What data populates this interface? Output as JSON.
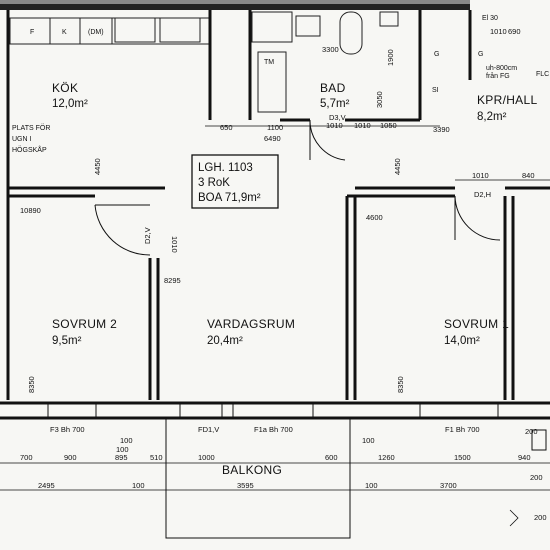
{
  "rooms": {
    "kok": {
      "name": "KÖK",
      "area": "12,0m²"
    },
    "bad": {
      "name": "BAD",
      "area": "5,7m²"
    },
    "kpr_hall": {
      "name": "KPR/HALL",
      "area": "8,2m²"
    },
    "sovrum2": {
      "name": "SOVRUM 2",
      "area": "9,5m²"
    },
    "vardagsrum": {
      "name": "VARDAGSRUM",
      "area": "20,4m²"
    },
    "sovrum1": {
      "name": "SOVRUM 1",
      "area": "14,0m²"
    },
    "balkong": {
      "name": "BALKONG"
    }
  },
  "info_box": {
    "line1": "LGH. 1103",
    "line2": "3 RoK",
    "line3": "BOA 71,9m²"
  },
  "kitchen_note": {
    "line1": "PLATS FÖR",
    "line2": "UGN I",
    "line3": "HÖGSKÅP"
  },
  "appliances": {
    "f": "F",
    "k": "K",
    "dm": "(DM)",
    "tm": "TM",
    "g1": "G",
    "g2": "G",
    "si": "SI",
    "flc": "FLC",
    "el": "El 30",
    "uh": "uh-800cm",
    "fran": "från FG"
  },
  "dims_top": [
    "3300",
    "1900",
    "3050",
    "1010",
    "1010",
    "1050",
    "3390",
    "650",
    "1100",
    "6490",
    "1010",
    "690",
    "1010",
    "840"
  ],
  "dims_mid": [
    "4450",
    "4450",
    "10890",
    "4600",
    "1010",
    "8295",
    "D2,V",
    "D3,V",
    "D2,H"
  ],
  "heights": [
    "8350",
    "8350"
  ],
  "windows": [
    "F3  Bh 700",
    "FD1,V",
    "F1a Bh 700",
    "F1  Bh 700"
  ],
  "dims_bottom_row1": [
    "700",
    "900",
    "895",
    "510",
    "1000",
    "600",
    "1260",
    "1500",
    "940"
  ],
  "dims_bottom_row2": [
    "2495",
    "100",
    "3595",
    "100",
    "3700"
  ],
  "dims_small": [
    "100",
    "100",
    "100",
    "200",
    "200",
    "200"
  ]
}
